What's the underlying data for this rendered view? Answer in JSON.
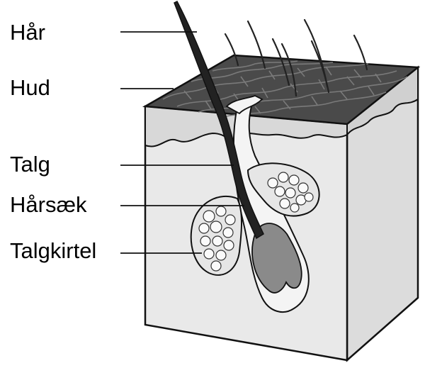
{
  "labels": [
    {
      "id": "hair",
      "text": "Hår"
    },
    {
      "id": "skin",
      "text": "Hud"
    },
    {
      "id": "sebum",
      "text": "Talg"
    },
    {
      "id": "hair-follicle",
      "text": "Hårsæk"
    },
    {
      "id": "sebaceous-gland",
      "text": "Talgkirtel"
    }
  ],
  "colors": {
    "skin_surface": "#4a4a4a",
    "skin_surface_cells": "#6a6a6a",
    "epidermis": "#d8d8d8",
    "dermis": "#e9e9e9",
    "dermis_side": "#dcdcdc",
    "hair": "#222222",
    "follicle_bulb": "#8a8a8a",
    "gland_fill": "#e6e6e6",
    "outline": "#111111"
  }
}
